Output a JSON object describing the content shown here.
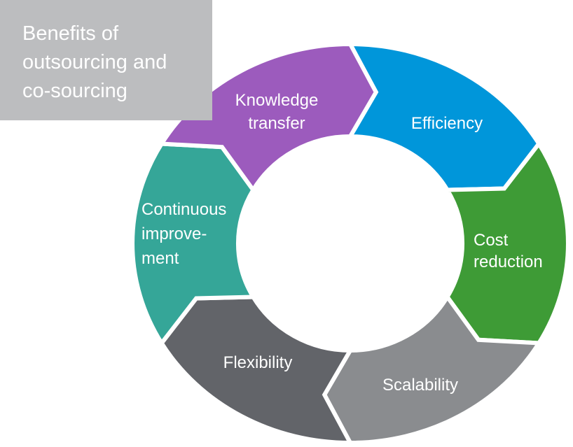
{
  "title": "Benefits of\noutsourcing and\nco-sourcing",
  "segments": [
    {
      "id": "efficiency",
      "lines": [
        "Efficiency"
      ],
      "color": "#0096da"
    },
    {
      "id": "cost-reduction",
      "lines": [
        "Cost",
        "reduction"
      ],
      "color": "#3e9b36"
    },
    {
      "id": "scalability",
      "lines": [
        "Scalability"
      ],
      "color": "#8a8c8f"
    },
    {
      "id": "flexibility",
      "lines": [
        "Flexibility"
      ],
      "color": "#626469"
    },
    {
      "id": "continuous-improvement",
      "lines": [
        "Continuous",
        "improve-",
        "ment"
      ],
      "color": "#35a698"
    },
    {
      "id": "knowledge-transfer",
      "lines": [
        "Knowledge",
        "transfer"
      ],
      "color": "#9c5bbd"
    }
  ]
}
